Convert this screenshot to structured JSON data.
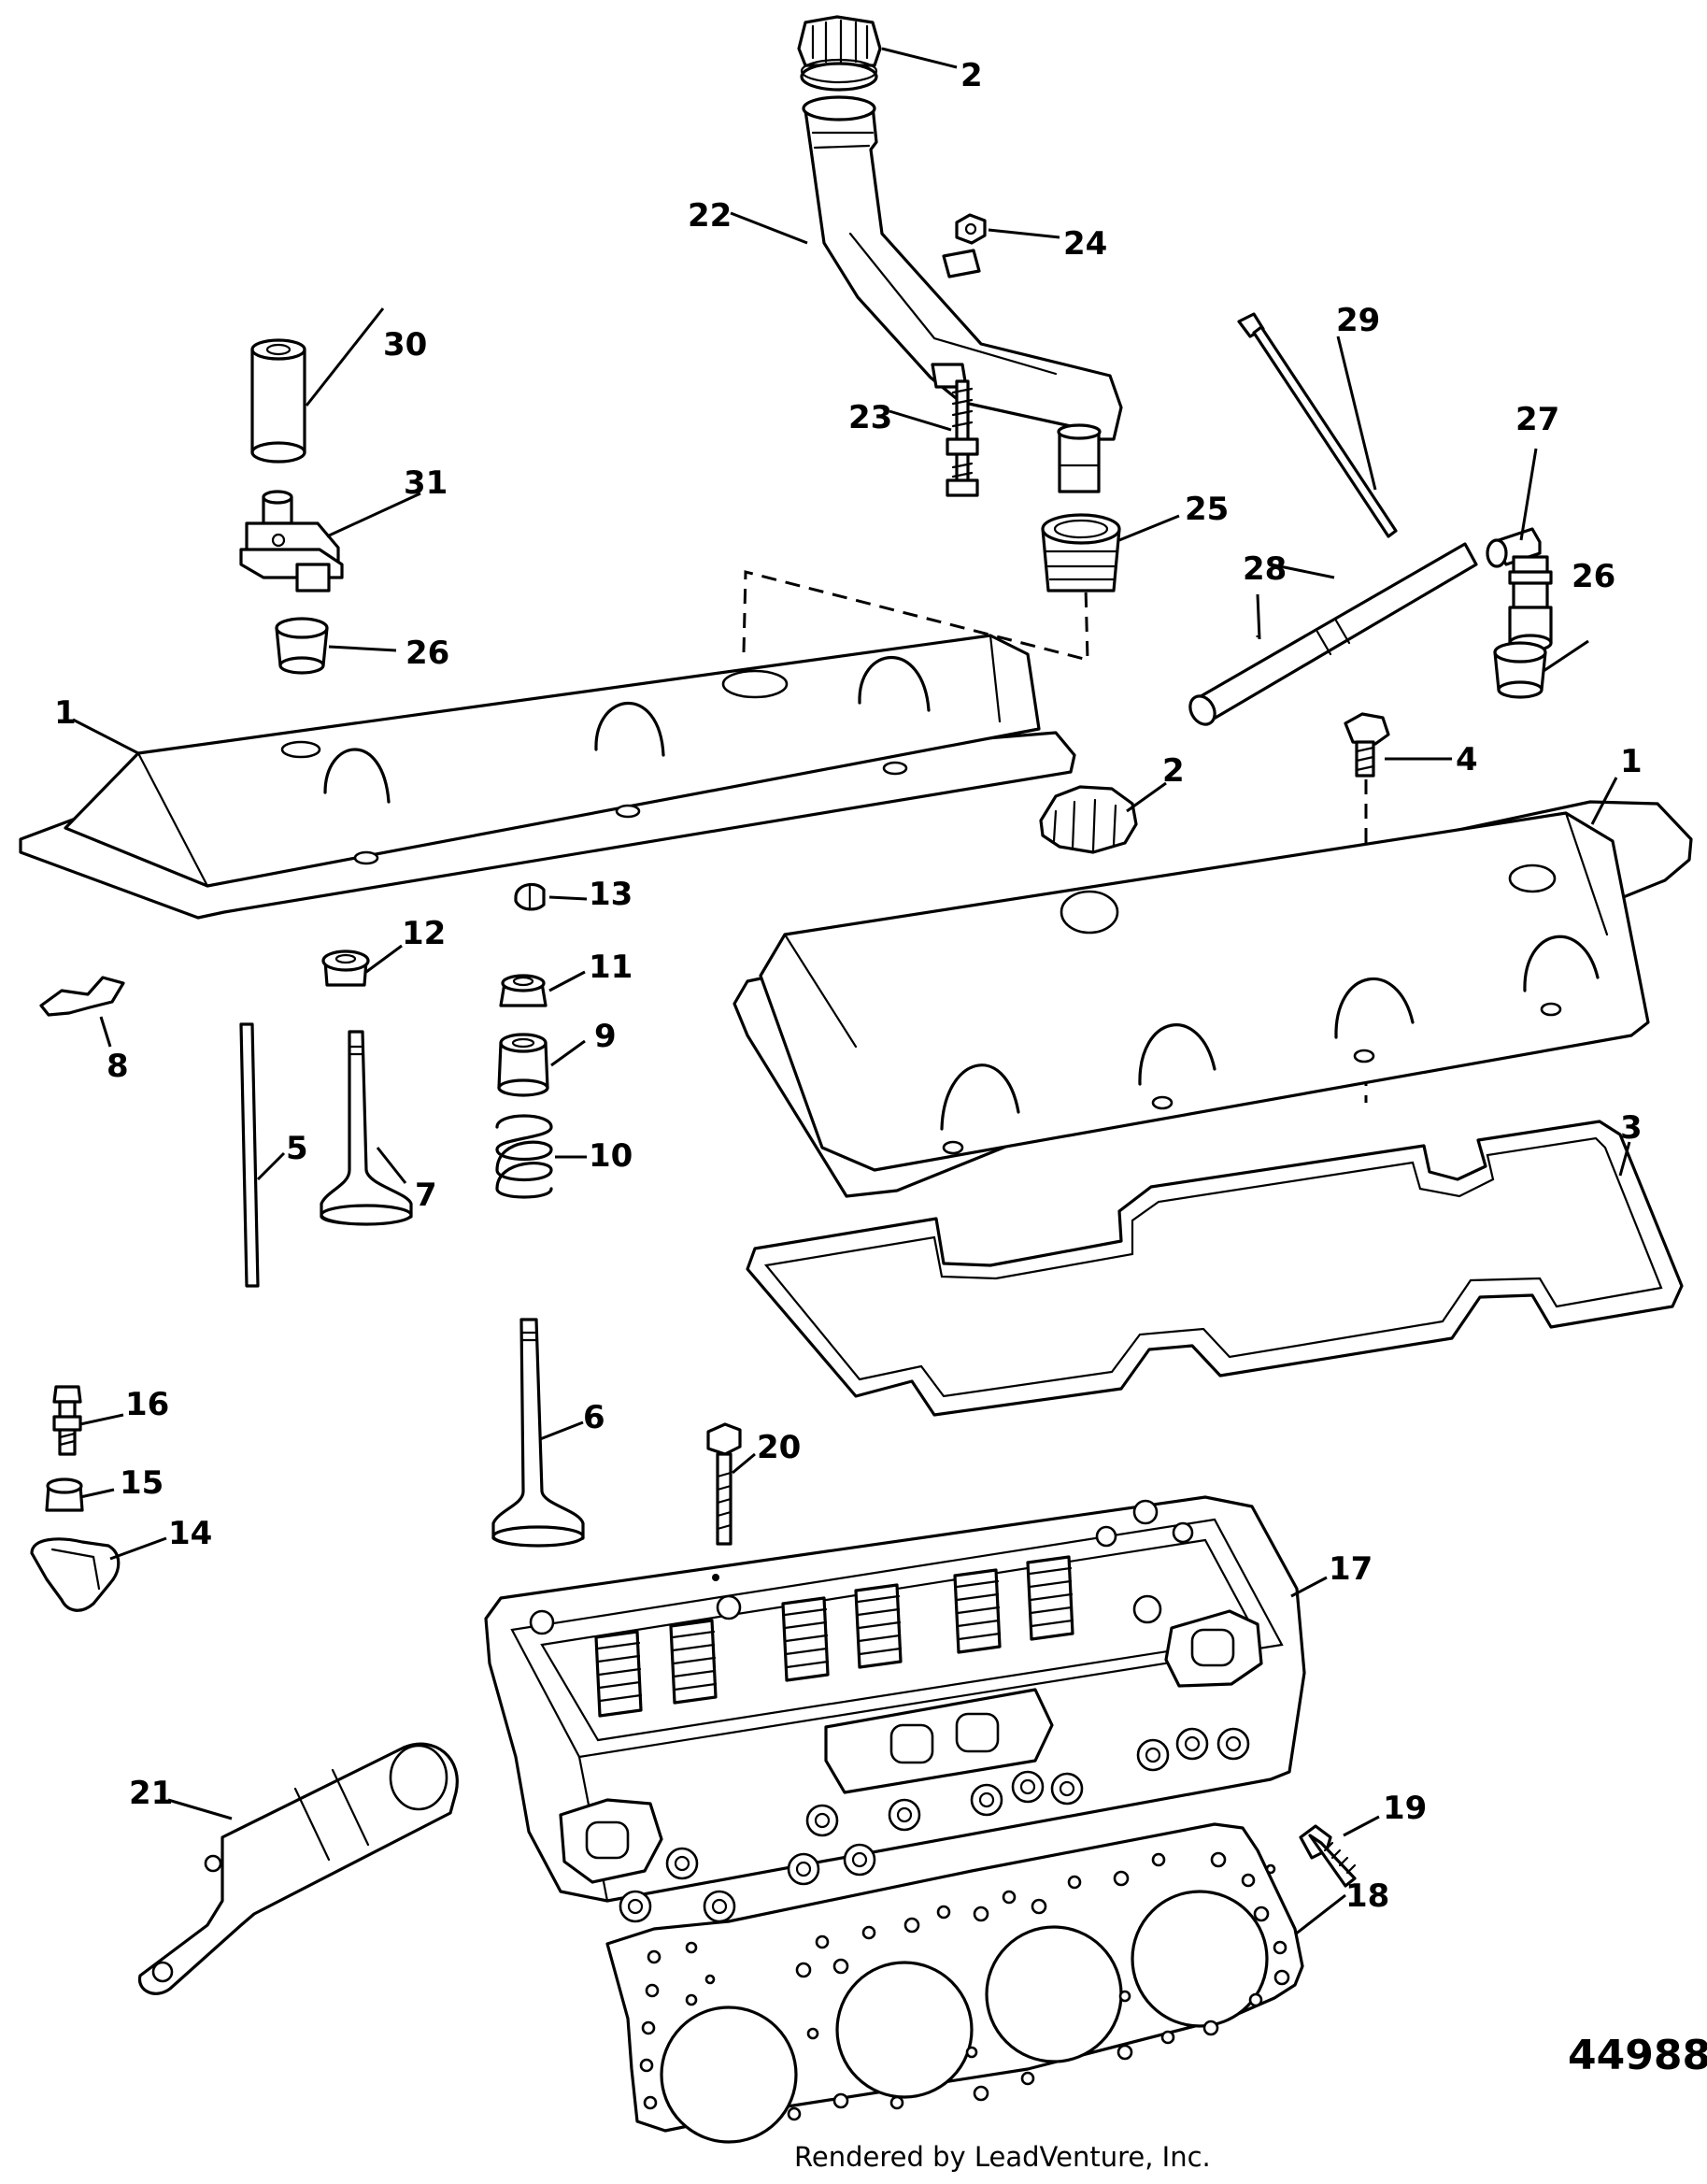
{
  "diagram": {
    "id_number": "44988",
    "credit": "Rendered by LeadVenture, Inc.",
    "callouts": {
      "c1a": "1",
      "c1b": "1",
      "c2a": "2",
      "c2b": "2",
      "c3": "3",
      "c4": "4",
      "c5": "5",
      "c6": "6",
      "c7": "7",
      "c8": "8",
      "c9": "9",
      "c10": "10",
      "c11": "11",
      "c12": "12",
      "c13": "13",
      "c14": "14",
      "c15": "15",
      "c16": "16",
      "c17": "17",
      "c18": "18",
      "c19": "19",
      "c20": "20",
      "c21": "21",
      "c22": "22",
      "c23": "23",
      "c24": "24",
      "c25": "25",
      "c26a": "26",
      "c26b": "26",
      "c27": "27",
      "c28": "28",
      "c29": "29",
      "c30": "30",
      "c31": "31"
    }
  }
}
